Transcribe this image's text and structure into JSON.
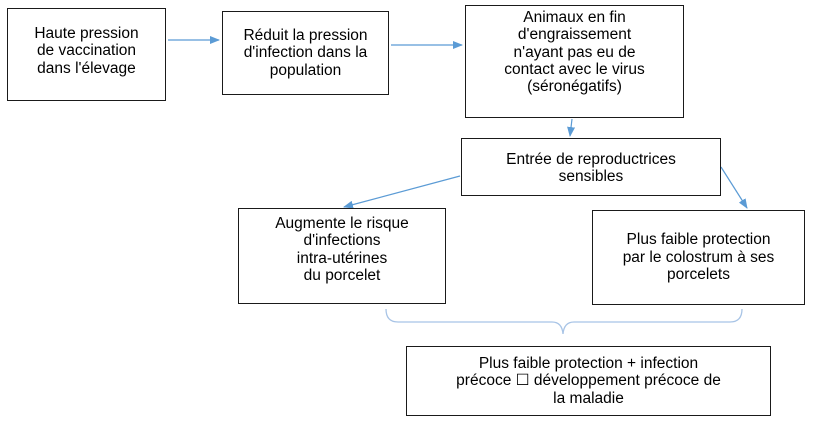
{
  "colors": {
    "arrow": "#5b9bd5",
    "brace": "#a8c4e6",
    "border": "#1a1a1a",
    "text": "#000000"
  },
  "nodes": {
    "vaccination": "Haute pression\nde vaccination\ndans l'élevage",
    "pression": "Réduit la pression\nd'infection dans la\npopulation",
    "animaux": "Animaux en fin\nd'engraissement\nn'ayant pas eu de\ncontact avec le virus\n(séronégatifs)",
    "entree": "Entrée de reproductrices\nsensibles",
    "risque": "Augmente le risque\nd'infections\nintra-utérines\ndu porcelet",
    "colostrum": "Plus faible protection\npar le colostrum à ses\nporcelets",
    "final": "Plus faible protection + infection\nprécoce ☐ développement précoce de\nla maladie"
  }
}
